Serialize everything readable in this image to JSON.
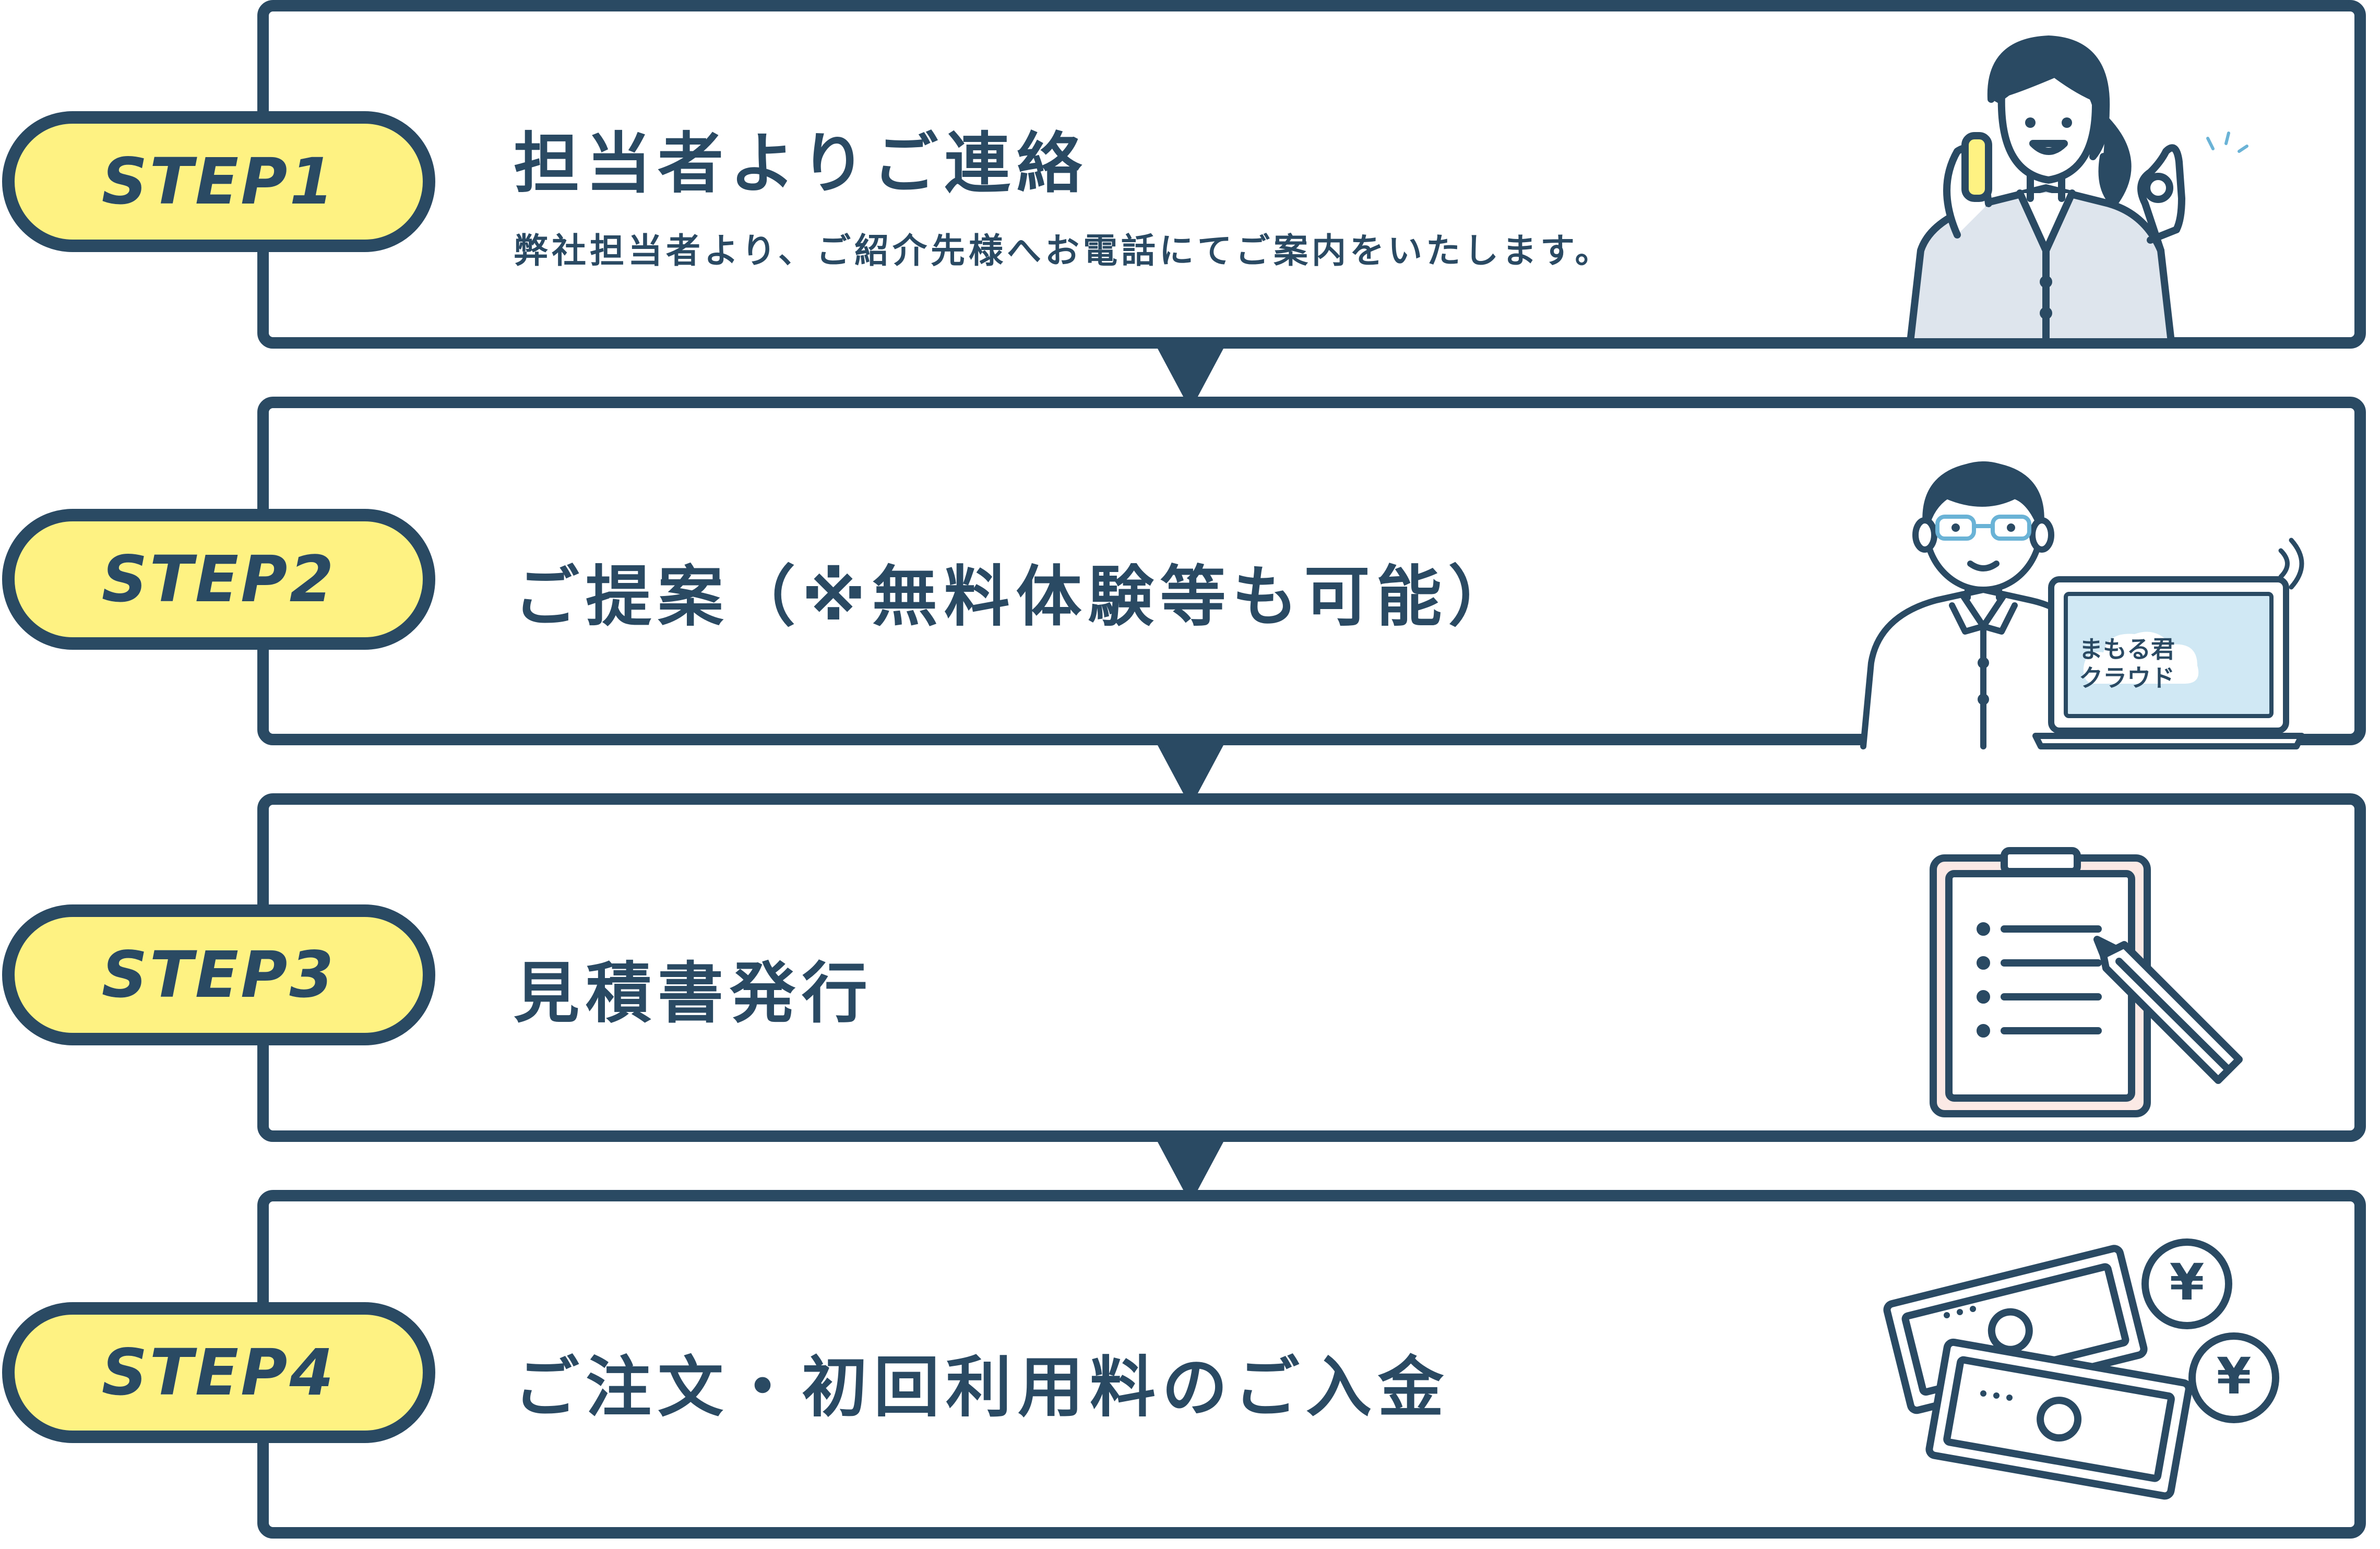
{
  "colors": {
    "navy": "#2a4a64",
    "badge_yellow": "#fdf282",
    "screen_blue": "#cfe8f3",
    "paper": "#fbe9e5"
  },
  "steps": [
    {
      "badge": "STEP1",
      "title": "担当者よりご連絡",
      "description": "弊社担当者より、ご紹介先様へお電話にてご案内をいたします。",
      "icon": "woman-on-phone-icon"
    },
    {
      "badge": "STEP2",
      "title": "ご提案（※無料体験等も可能）",
      "icon": "man-with-laptop-icon",
      "laptop_text_line1": "まもる君",
      "laptop_text_line2": "クラウド"
    },
    {
      "badge": "STEP3",
      "title": "見積書発行",
      "icon": "clipboard-pencil-icon"
    },
    {
      "badge": "STEP4",
      "title": "ご注文・初回利用料のご入金",
      "icon": "money-yen-icon",
      "coin_symbol": "¥"
    }
  ]
}
